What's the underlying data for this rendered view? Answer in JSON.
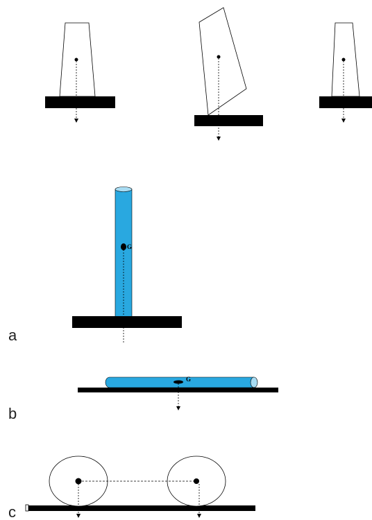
{
  "diagram": {
    "labels": {
      "a": "a",
      "b": "b",
      "c": "c"
    },
    "center_of_gravity_label": "G",
    "colors": {
      "cylinder": "#29a8e0",
      "cylinder_top": "#a8dcf3",
      "base": "#000000",
      "outline": "#000000"
    }
  }
}
